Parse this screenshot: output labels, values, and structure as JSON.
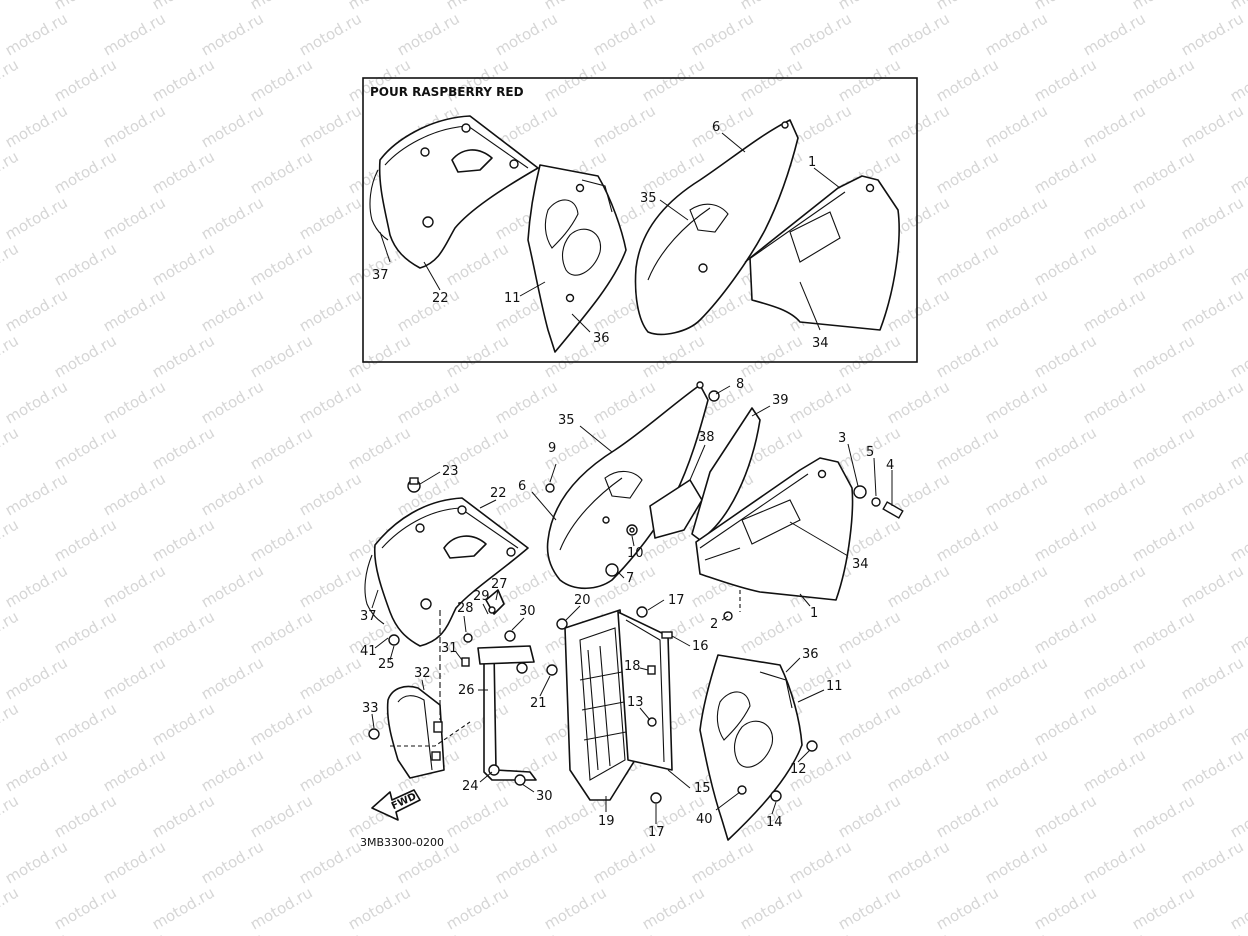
{
  "inset": {
    "title": "POUR RASPBERRY RED",
    "callouts": [
      "37",
      "22",
      "11",
      "36",
      "6",
      "35",
      "1",
      "34"
    ]
  },
  "main": {
    "callouts": [
      "8",
      "39",
      "35",
      "38",
      "9",
      "6",
      "10",
      "7",
      "3",
      "5",
      "4",
      "34",
      "1",
      "2",
      "23",
      "22",
      "37",
      "41",
      "25",
      "27",
      "29",
      "28",
      "30",
      "31",
      "26",
      "32",
      "33",
      "24",
      "30",
      "20",
      "21",
      "17",
      "16",
      "18",
      "13",
      "19",
      "17",
      "15",
      "36",
      "11",
      "12",
      "40",
      "14"
    ]
  },
  "fwd_label": "FWD",
  "diagram_code": "3MB3300-0200",
  "watermark_text": "motod.ru",
  "colors": {
    "line": "#111111",
    "watermark": "#d6d6d6",
    "background": "#ffffff"
  }
}
